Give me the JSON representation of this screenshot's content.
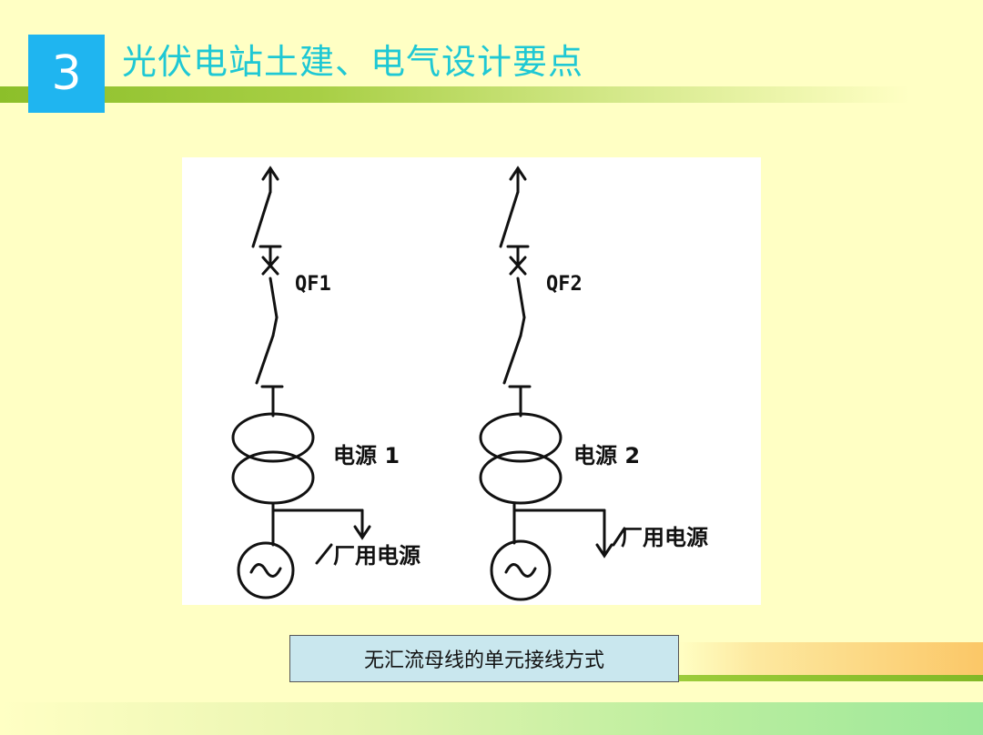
{
  "header": {
    "slide_number": "3",
    "title": "光伏电站土建、电气设计要点"
  },
  "diagram": {
    "units": [
      {
        "breaker_label": "QF1",
        "source_label": "电源 1",
        "aux_label": "厂用电源"
      },
      {
        "breaker_label": "QF2",
        "source_label": "电源 2",
        "aux_label": "厂用电源"
      }
    ]
  },
  "caption": "无汇流母线的单元接线方式",
  "colors": {
    "background": "#ffffc4",
    "number_box": "#1fb5f0",
    "title_text": "#1fc8d4",
    "caption_box": "#c9e7ee",
    "accent_green": "#8cbf2a",
    "accent_orange": "#fbc767"
  }
}
